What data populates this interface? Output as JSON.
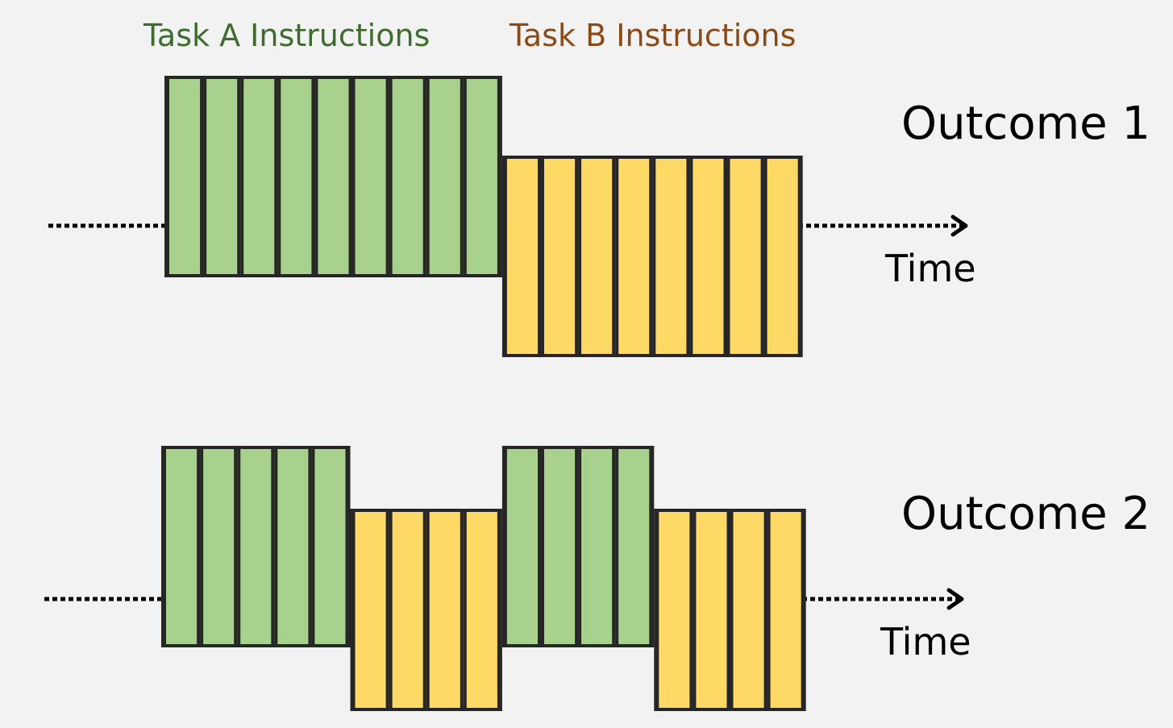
{
  "legend": {
    "task_a": {
      "label": "Task A Instructions",
      "color": "#3e6b2e"
    },
    "task_b": {
      "label": "Task B Instructions",
      "color": "#8a4a17"
    }
  },
  "colors": {
    "task_a_fill": "#a9d18e",
    "task_b_fill": "#ffd966",
    "outline": "#262626"
  },
  "timelines": [
    {
      "title": "Outcome 1",
      "axis_label": "Time",
      "segments": [
        {
          "task": "A",
          "blocks": 9
        },
        {
          "task": "B",
          "blocks": 8
        }
      ]
    },
    {
      "title": "Outcome 2",
      "axis_label": "Time",
      "segments": [
        {
          "task": "A",
          "blocks": 5
        },
        {
          "task": "B",
          "blocks": 4
        },
        {
          "task": "A",
          "blocks": 4
        },
        {
          "task": "B",
          "blocks": 4
        }
      ]
    }
  ]
}
